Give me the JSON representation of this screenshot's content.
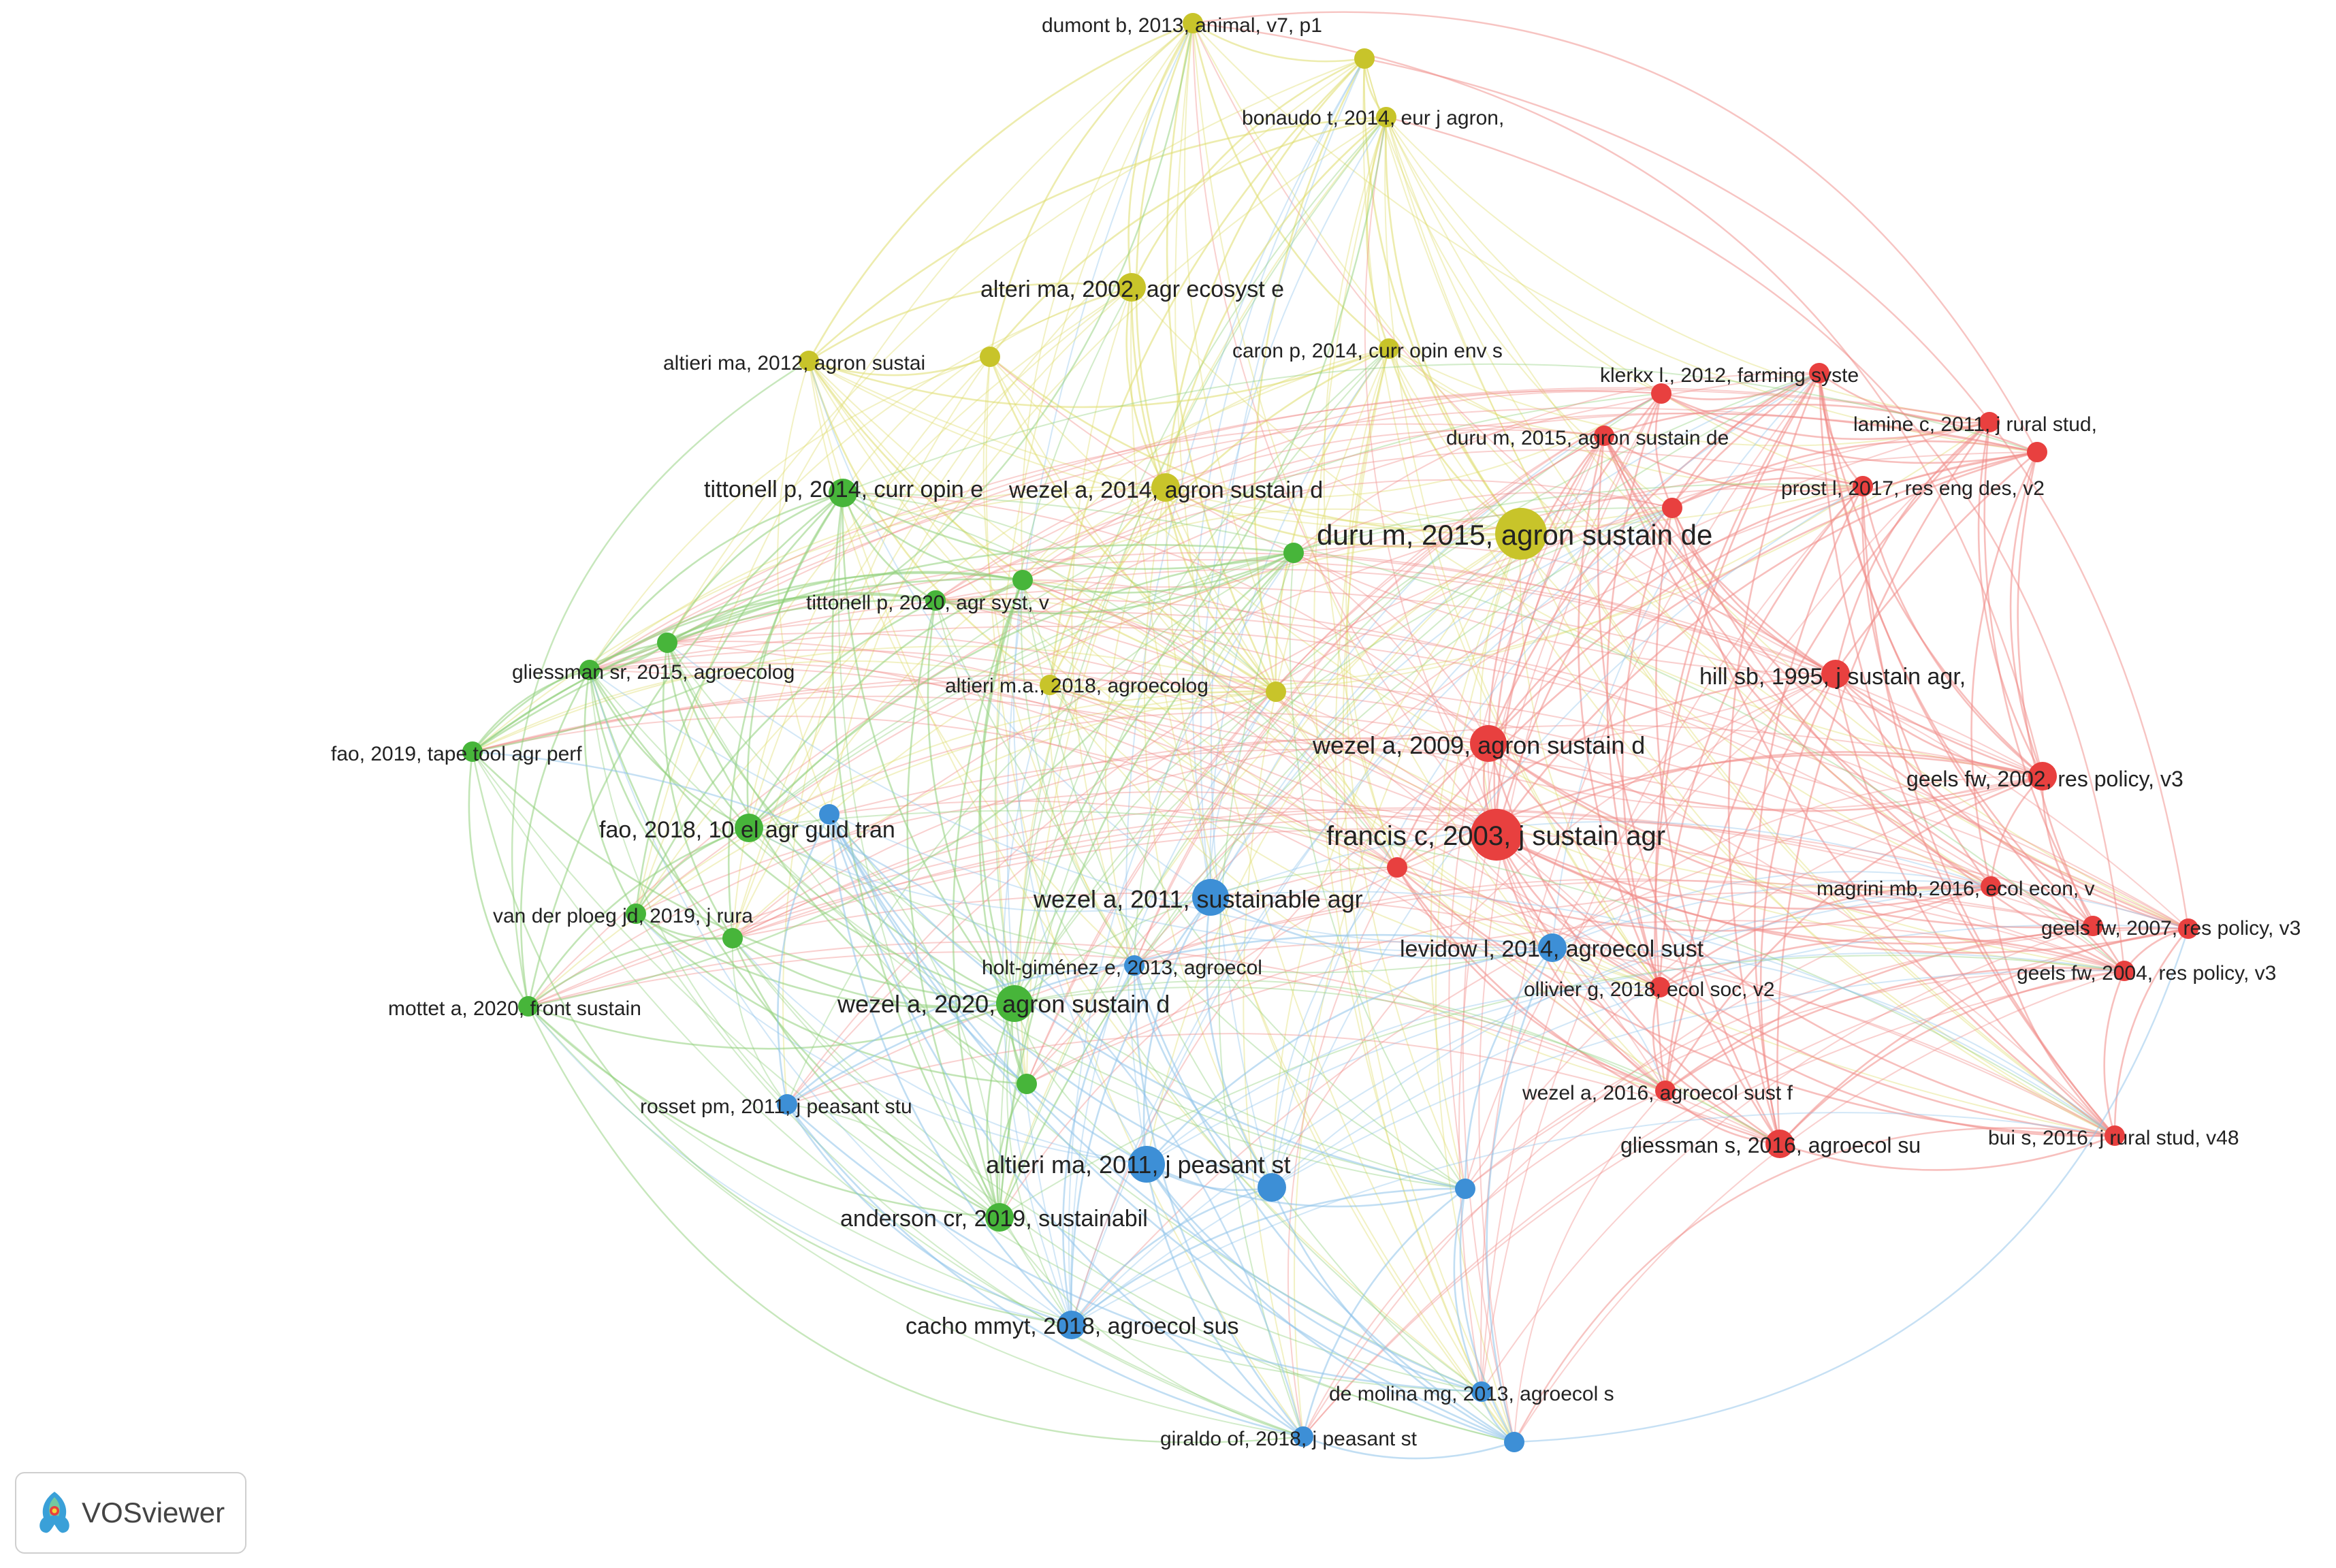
{
  "app": {
    "brand": "VOSviewer"
  },
  "colors": {
    "red": "#e8403f",
    "green": "#47b53a",
    "blue": "#3d8fd6",
    "yellow": "#c8c42a",
    "link_red": "#f08a86",
    "link_green": "#8fd07a",
    "link_blue": "#8ec2ea",
    "link_yellow": "#dedd6c"
  },
  "clusters": [
    "red",
    "green",
    "blue",
    "yellow"
  ],
  "nodes": [
    {
      "label": "dumont b, 2013, animal, v7, p1",
      "cluster": "yellow",
      "weight": 1
    },
    {
      "label": "",
      "cluster": "yellow",
      "weight": 1
    },
    {
      "label": "bonaudo t, 2014, eur j agron,",
      "cluster": "yellow",
      "weight": 1
    },
    {
      "label": "alteri ma, 2002, agr ecosyst e",
      "cluster": "yellow",
      "weight": 2
    },
    {
      "label": "altieri ma, 2012, agron sustai",
      "cluster": "yellow",
      "weight": 1
    },
    {
      "label": "",
      "cluster": "yellow",
      "weight": 1
    },
    {
      "label": "caron p, 2014, curr opin env s",
      "cluster": "yellow",
      "weight": 1
    },
    {
      "label": "wezel a, 2014, agron sustain d",
      "cluster": "yellow",
      "weight": 2
    },
    {
      "label": "duru m, 2015, agron sustain de",
      "cluster": "yellow",
      "weight": 4
    },
    {
      "label": "altieri m.a., 2018, agroecolog",
      "cluster": "yellow",
      "weight": 1
    },
    {
      "label": "",
      "cluster": "yellow",
      "weight": 1
    },
    {
      "label": "klerkx l., 2012, farming syste",
      "cluster": "red",
      "weight": 1
    },
    {
      "label": "",
      "cluster": "red",
      "weight": 1
    },
    {
      "label": "lamine c, 2011, j rural stud,",
      "cluster": "red",
      "weight": 1
    },
    {
      "label": "",
      "cluster": "red",
      "weight": 1
    },
    {
      "label": "duru m, 2015, agron sustain de",
      "cluster": "red",
      "weight": 1
    },
    {
      "label": "prost l, 2017, res eng des, v2",
      "cluster": "red",
      "weight": 1
    },
    {
      "label": "",
      "cluster": "red",
      "weight": 1
    },
    {
      "label": "hill sb, 1995, j sustain agr,",
      "cluster": "red",
      "weight": 2
    },
    {
      "label": "wezel a, 2009, agron sustain d",
      "cluster": "red",
      "weight": 3
    },
    {
      "label": "geels fw, 2002, res policy, v3",
      "cluster": "red",
      "weight": 2
    },
    {
      "label": "francis c, 2003, j sustain agr",
      "cluster": "red",
      "weight": 4
    },
    {
      "label": "",
      "cluster": "red",
      "weight": 1
    },
    {
      "label": "magrini mb, 2016, ecol econ, v",
      "cluster": "red",
      "weight": 1
    },
    {
      "label": "geels fw, 2007, res policy, v3",
      "cluster": "red",
      "weight": 1
    },
    {
      "label": "",
      "cluster": "red",
      "weight": 1
    },
    {
      "label": "geels fw, 2004, res policy, v3",
      "cluster": "red",
      "weight": 1
    },
    {
      "label": "ollivier g, 2018, ecol soc, v2",
      "cluster": "red",
      "weight": 1
    },
    {
      "label": "wezel a, 2016, agroecol sust f",
      "cluster": "red",
      "weight": 1
    },
    {
      "label": "gliessman s, 2016, agroecol su",
      "cluster": "red",
      "weight": 2
    },
    {
      "label": "bui s, 2016, j rural stud, v48",
      "cluster": "red",
      "weight": 1
    },
    {
      "label": "tittonell p, 2014, curr opin e",
      "cluster": "green",
      "weight": 2
    },
    {
      "label": "tittonell p, 2020, agr syst, v",
      "cluster": "green",
      "weight": 1
    },
    {
      "label": "",
      "cluster": "green",
      "weight": 1
    },
    {
      "label": "",
      "cluster": "green",
      "weight": 1
    },
    {
      "label": "gliessman sr, 2015, agroecolog",
      "cluster": "green",
      "weight": 1
    },
    {
      "label": "",
      "cluster": "green",
      "weight": 1
    },
    {
      "label": "fao, 2019, tape tool agr perf",
      "cluster": "green",
      "weight": 1
    },
    {
      "label": "fao, 2018, 10 el agr guid tran",
      "cluster": "green",
      "weight": 2
    },
    {
      "label": "van der ploeg jd, 2019, j rura",
      "cluster": "green",
      "weight": 1
    },
    {
      "label": "",
      "cluster": "green",
      "weight": 1
    },
    {
      "label": "mottet a, 2020, front sustain",
      "cluster": "green",
      "weight": 1
    },
    {
      "label": "wezel a, 2020, agron sustain d",
      "cluster": "green",
      "weight": 3
    },
    {
      "label": "",
      "cluster": "green",
      "weight": 1
    },
    {
      "label": "anderson cr, 2019, sustainabil",
      "cluster": "green",
      "weight": 2
    },
    {
      "label": "",
      "cluster": "blue",
      "weight": 1
    },
    {
      "label": "wezel a, 2011, sustainable agr",
      "cluster": "blue",
      "weight": 3
    },
    {
      "label": "holt-giménez e, 2013, agroecol",
      "cluster": "blue",
      "weight": 1
    },
    {
      "label": "levidow l, 2014, agroecol sust",
      "cluster": "blue",
      "weight": 2
    },
    {
      "label": "rosset pm, 2011, j peasant stu",
      "cluster": "blue",
      "weight": 1
    },
    {
      "label": "altieri ma, 2011, j peasant st",
      "cluster": "blue",
      "weight": 3
    },
    {
      "label": "",
      "cluster": "blue",
      "weight": 2
    },
    {
      "label": "",
      "cluster": "blue",
      "weight": 1
    },
    {
      "label": "cacho mmyt, 2018, agroecol sus",
      "cluster": "blue",
      "weight": 2
    },
    {
      "label": "de molina mg, 2013, agroecol s",
      "cluster": "blue",
      "weight": 1
    },
    {
      "label": "giraldo of, 2018, j peasant st",
      "cluster": "blue",
      "weight": 1
    },
    {
      "label": "",
      "cluster": "blue",
      "weight": 1
    }
  ]
}
